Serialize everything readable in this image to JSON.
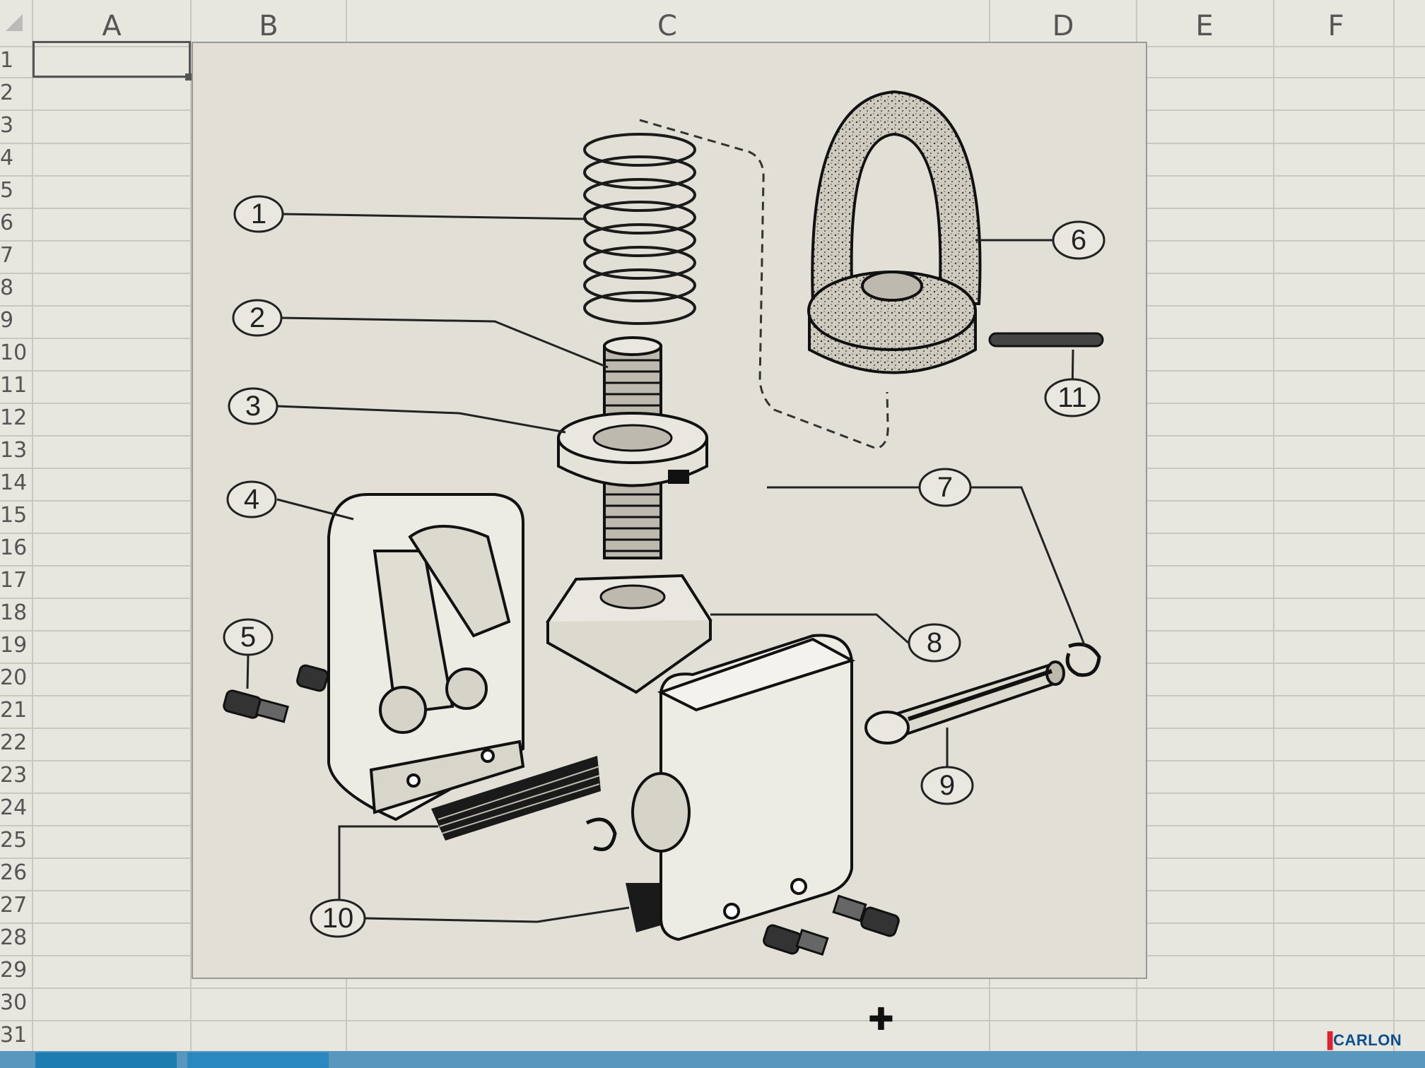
{
  "spreadsheet": {
    "columns": [
      "A",
      "B",
      "C",
      "D",
      "E",
      "F"
    ],
    "rows": [
      "1",
      "2",
      "3",
      "4",
      "5",
      "6",
      "7",
      "8",
      "9",
      "10",
      "11",
      "12",
      "13",
      "14",
      "15",
      "16",
      "17",
      "18",
      "19",
      "20",
      "21",
      "22",
      "23",
      "24",
      "25",
      "26",
      "27",
      "28",
      "29",
      "30",
      "31"
    ],
    "selected_cell": "A1"
  },
  "diagram": {
    "callouts": [
      "1",
      "2",
      "3",
      "4",
      "5",
      "6",
      "7",
      "8",
      "9",
      "10",
      "11"
    ],
    "parts": [
      "spring",
      "threaded-bolt",
      "washer-ring",
      "left-housing",
      "set-screw",
      "lifting-eye-ring",
      "retaining-clip",
      "square-nut",
      "pin",
      "grip-jaws",
      "roll-pin"
    ]
  },
  "watermark": {
    "brand": "CARLON"
  },
  "icons": {
    "cursor": "move-cursor-icon"
  },
  "colors": {
    "paper": "#e7e6df",
    "grid": "#c8c8c0",
    "ink": "#222222",
    "tab_bar": "#5a97bf"
  }
}
